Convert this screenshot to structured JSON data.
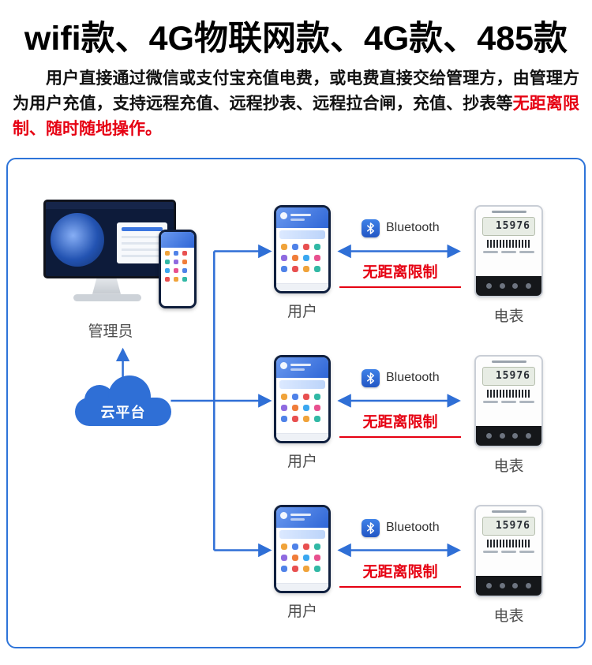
{
  "title": "wifi款、4G物联网款、4G款、485款",
  "intro": {
    "text": "用户直接通过微信或支付宝充值电费，或电费直接交给管理方，由管理方为用户充值，支持远程充值、远程抄表、远程拉合闸，充值、抄表等",
    "highlight": "无距离限制、随时随地操作。"
  },
  "colors": {
    "accent": "#2f6fd6",
    "alert": "#e60012",
    "frame_border": "#2e74d9",
    "label_gray": "#4d4d4d"
  },
  "diagram": {
    "admin_label": "管理员",
    "cloud_label": "云平台",
    "rows": [
      {
        "user_label": "用户",
        "bluetooth_label": "Bluetooth",
        "constraint_label": "无距离限制",
        "meter_label": "电表",
        "meter_reading": "15976"
      },
      {
        "user_label": "用户",
        "bluetooth_label": "Bluetooth",
        "constraint_label": "无距离限制",
        "meter_label": "电表",
        "meter_reading": "15976"
      },
      {
        "user_label": "用户",
        "bluetooth_label": "Bluetooth",
        "constraint_label": "无距离限制",
        "meter_label": "电表",
        "meter_reading": "15976"
      }
    ]
  }
}
